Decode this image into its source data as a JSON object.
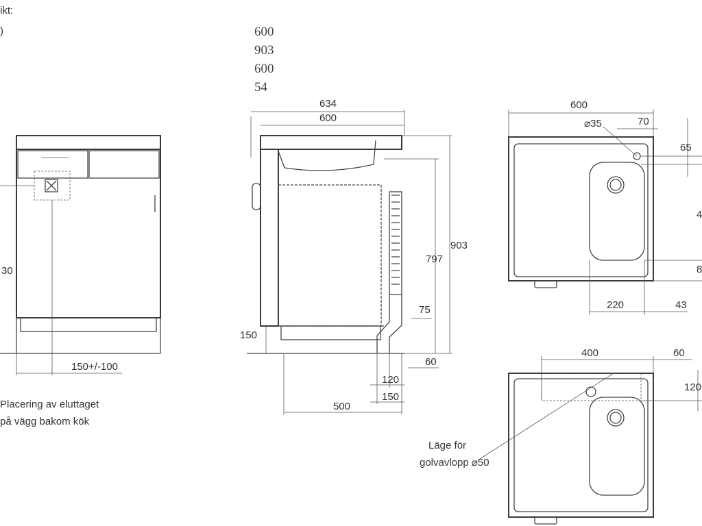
{
  "header": {
    "label_fragment": "ikt:",
    "paren_fragment": ")",
    "specs": [
      "600",
      "903",
      "600",
      "54"
    ]
  },
  "front_view": {
    "height_dim": "30",
    "socket_offset_dim": "150+/-100",
    "note_line1": "Placering av eluttaget",
    "note_line2": "på vägg bakom kök"
  },
  "side_view": {
    "width_outer": "634",
    "width_inner": "600",
    "height_total": "903",
    "height_inner": "797",
    "drain_height": "75",
    "plinth": "150",
    "bottom_offset": "60",
    "drain_width": "120",
    "drain_outer": "150",
    "depth": "500"
  },
  "top_view": {
    "width": "600",
    "tap_hole": "⌀35",
    "tap_offset_x": "70",
    "tap_offset_y": "65",
    "basin_depth_partial": "4",
    "bottom_partial": "8",
    "basin_left": "220",
    "basin_right": "43"
  },
  "floor_drain_view": {
    "width": "400",
    "right_offset": "60",
    "front_offset": "120",
    "note_line1": "Läge för",
    "note_line2": "golvavlopp ⌀50"
  }
}
